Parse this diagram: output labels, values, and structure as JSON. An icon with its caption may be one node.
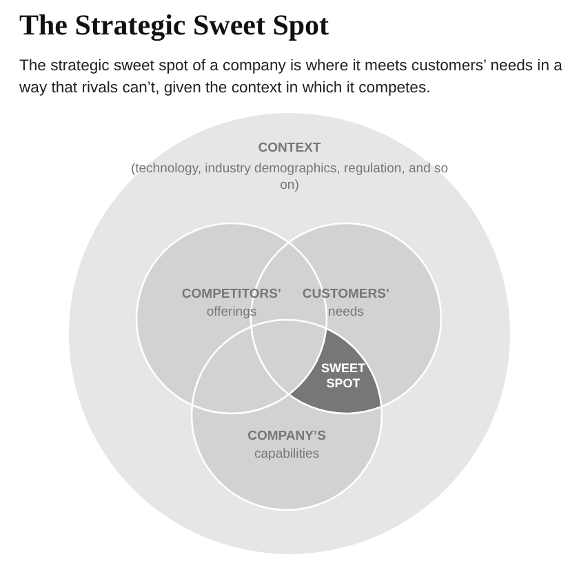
{
  "diagram": {
    "title": "The Strategic Sweet Spot",
    "caption": "The strategic sweet spot of a company is where it meets customers’ needs in a way that rivals can’t, given the context in which it competes.",
    "nodes": [
      {
        "text": [
          "CONTEXT",
          "(technology, industry demographics, regulation, and so on)"
        ]
      },
      {
        "text": [
          "COMPETITORS’",
          "offerings"
        ],
        "in": 0
      },
      {
        "text": [
          "CUSTOMERS’",
          "needs"
        ],
        "in": 0
      },
      {
        "text": [
          "COMPANY’S",
          "capabilities"
        ],
        "in": 0
      },
      {
        "text": [
          "SWEET SPOT"
        ]
      }
    ]
  }
}
